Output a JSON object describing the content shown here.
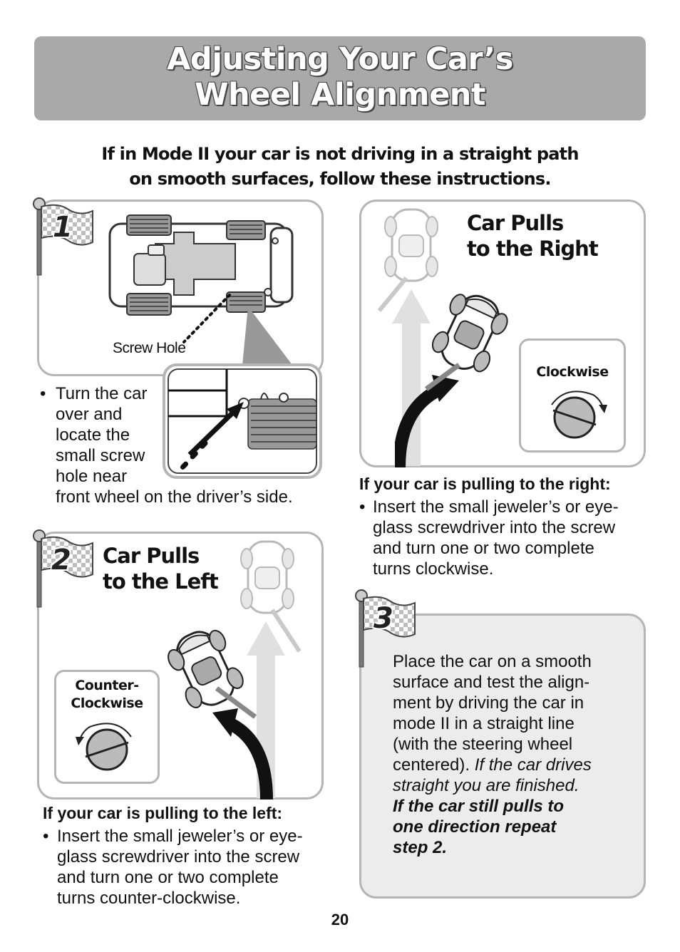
{
  "header": {
    "title_line1": "Adjusting Your Car’s",
    "title_line2": "Wheel Alignment"
  },
  "intro": {
    "line1": "If in Mode II your car is not driving in a straight path",
    "line2": "on smooth surfaces, follow these instructions."
  },
  "step1": {
    "number": "1",
    "callout": "Screw Hole",
    "bullet": "•",
    "lines": [
      "Turn the car",
      "over and",
      "locate the",
      "small screw",
      "hole near"
    ],
    "last_line": "front wheel on the driver’s side."
  },
  "step_right": {
    "title_line1": "Car Pulls",
    "title_line2": "to the Right",
    "direction_label": "Clockwise",
    "heading": "If your car is pulling to the right:",
    "bullet": "•",
    "lines": [
      "Insert the small jeweler’s or eye-",
      "glass screwdriver into the screw",
      "and turn one or two complete",
      "turns clockwise."
    ]
  },
  "step2": {
    "number": "2",
    "title_line1": "Car Pulls",
    "title_line2": "to the Left",
    "direction_label_line1": "Counter-",
    "direction_label_line2": "Clockwise",
    "heading": "If your car is pulling to the left:",
    "bullet": "•",
    "lines": [
      "Insert the small jeweler’s or eye-",
      "glass screwdriver into the screw",
      "and turn one or two complete",
      "turns counter-clockwise."
    ]
  },
  "step3": {
    "number": "3",
    "lines": [
      "Place the car on a smooth",
      "surface and test the align-",
      "ment by driving the car in",
      "mode II in a straight line",
      "(with the steering wheel"
    ],
    "line6_plain": "centered).",
    "line6_italic": " If the car drives",
    "line7_italic": "straight you are finished.",
    "bold_italic_lines": [
      "If the car still pulls to",
      "one direction repeat",
      "step 2."
    ]
  },
  "footer": {
    "page_number": "20"
  }
}
